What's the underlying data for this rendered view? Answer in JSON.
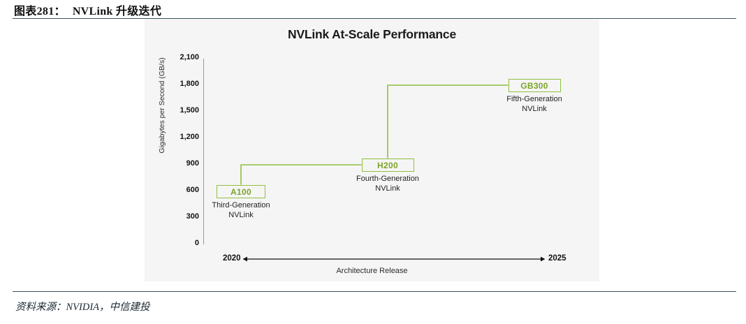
{
  "report": {
    "figure_label": "图表281：",
    "figure_title": "NVLink 升级迭代",
    "source_note": "资料来源：NVIDIA，中信建投",
    "rule_color": "#3c5160"
  },
  "chart_data": {
    "type": "line",
    "title": "NVLink At-Scale Performance",
    "xlabel": "Architecture Release",
    "ylabel": "Gigabytes per Second (GB/s)",
    "ylim": [
      0,
      2100
    ],
    "y_ticks": [
      "0",
      "300",
      "600",
      "900",
      "1,200",
      "1,500",
      "1,800",
      "2,100"
    ],
    "y_tick_values": [
      0,
      300,
      600,
      900,
      1200,
      1500,
      1800,
      2100
    ],
    "x_range_start": "2020",
    "x_range_end": "2025",
    "grid": false,
    "legend": "none",
    "line_color": "#8fbf3f",
    "categories": [
      "A100",
      "H200",
      "GB300"
    ],
    "values": [
      600,
      900,
      1800
    ],
    "points": [
      {
        "label": "A100",
        "value": 600,
        "caption_line1": "Third-Generation",
        "caption_line2": "NVLink"
      },
      {
        "label": "H200",
        "value": 900,
        "caption_line1": "Fourth-Generation",
        "caption_line2": "NVLink"
      },
      {
        "label": "GB300",
        "value": 1800,
        "caption_line1": "Fifth-Generation",
        "caption_line2": "NVLink"
      }
    ]
  }
}
